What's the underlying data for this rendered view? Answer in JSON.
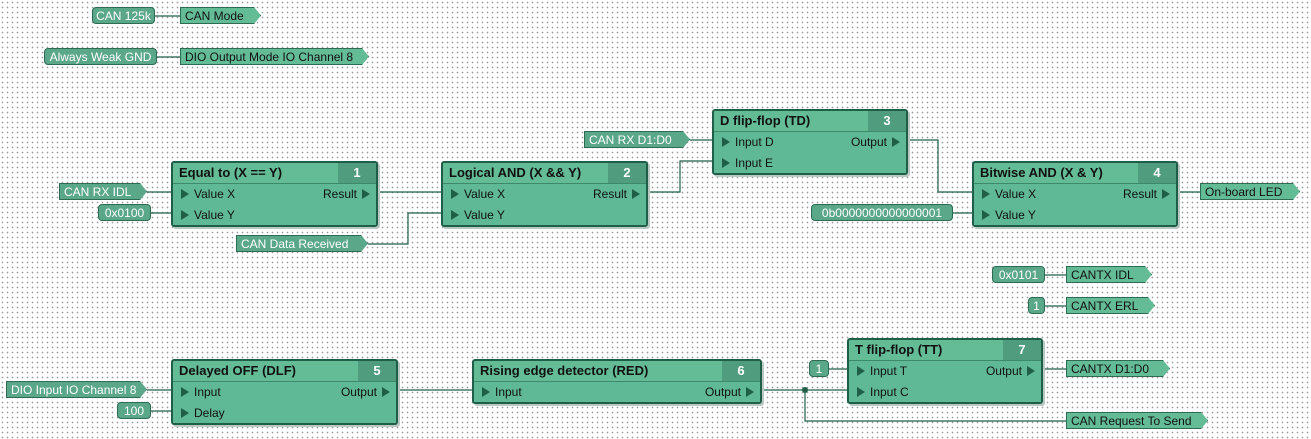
{
  "tags": {
    "can_125k": "CAN 125k",
    "can_mode": "CAN Mode",
    "always_weak_gnd": "Always Weak GND",
    "dio_output_mode": "DIO Output Mode IO Channel 8",
    "can_rx_idl": "CAN RX IDL",
    "hex_0100": "0x0100",
    "can_data_received": "CAN Data Received",
    "can_rx_d1d0": "CAN RX D1:D0",
    "bin_mask": "0b0000000000000001",
    "onboard_led": "On-board LED",
    "hex_0101": "0x0101",
    "cantx_idl": "CANTX IDL",
    "one_a": "1",
    "cantx_erl": "CANTX ERL",
    "dio_input": "DIO Input IO Channel 8",
    "delay_100": "100",
    "one_b": "1",
    "cantx_d1d0": "CANTX D1:D0",
    "can_request": "CAN Request To Send"
  },
  "blocks": {
    "eq": {
      "title": "Equal to (X == Y)",
      "num": "1",
      "in1": "Value X",
      "in2": "Value Y",
      "out": "Result"
    },
    "and": {
      "title": "Logical AND (X && Y)",
      "num": "2",
      "in1": "Value X",
      "in2": "Value Y",
      "out": "Result"
    },
    "dff": {
      "title": "D flip-flop (TD)",
      "num": "3",
      "in1": "Input D",
      "in2": "Input E",
      "out": "Output"
    },
    "band": {
      "title": "Bitwise AND (X & Y)",
      "num": "4",
      "in1": "Value X",
      "in2": "Value Y",
      "out": "Result"
    },
    "dlf": {
      "title": "Delayed OFF (DLF)",
      "num": "5",
      "in1": "Input",
      "in2": "Delay",
      "out": "Output"
    },
    "red": {
      "title": "Rising edge detector (RED)",
      "num": "6",
      "in1": "Input",
      "out": "Output"
    },
    "tff": {
      "title": "T flip-flop (TT)",
      "num": "7",
      "in1": "Input T",
      "in2": "Input C",
      "out": "Output"
    }
  },
  "colors": {
    "wire": "#1f5f48",
    "block": "#63bc96",
    "header_num": "#4f9c7f",
    "const": "#5aa78a"
  }
}
